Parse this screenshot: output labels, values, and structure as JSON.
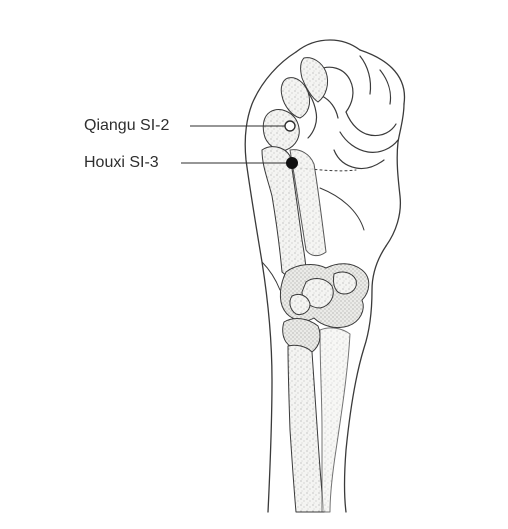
{
  "points": [
    {
      "label": "Qiangu SI-2",
      "marker": "hollow-circle"
    },
    {
      "label": "Houxi SI-3",
      "marker": "filled-circle"
    }
  ]
}
